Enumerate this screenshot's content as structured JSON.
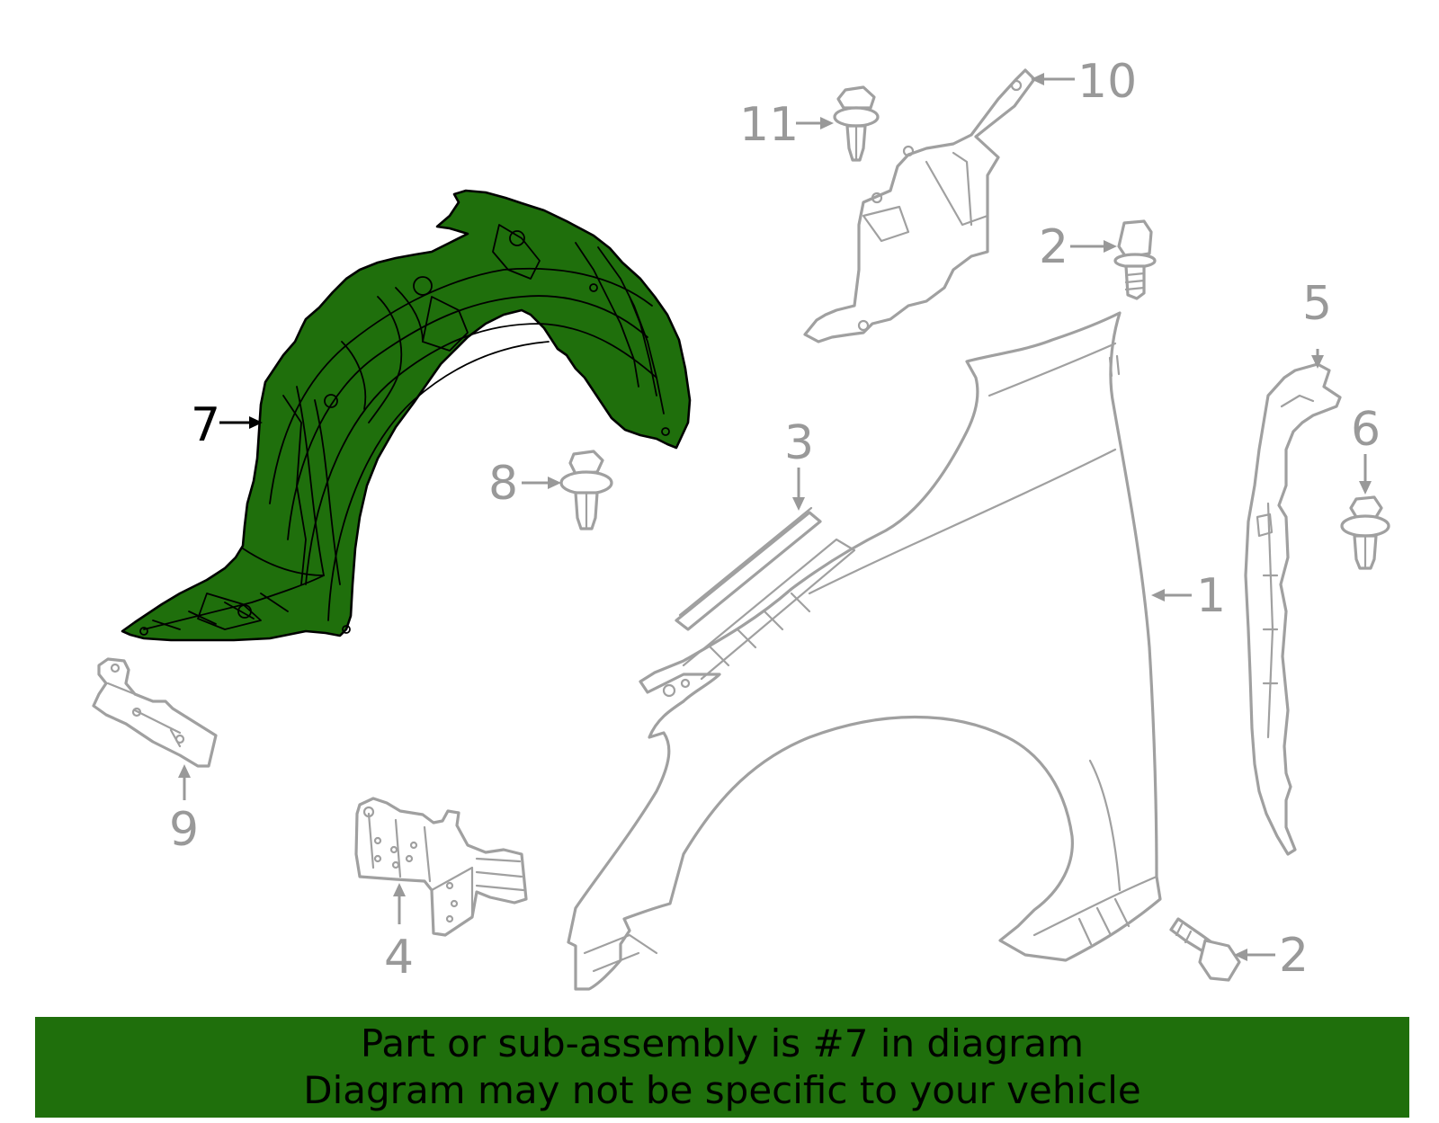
{
  "callouts": {
    "n1": "1",
    "n2a": "2",
    "n2b": "2",
    "n3": "3",
    "n4": "4",
    "n5": "5",
    "n6": "6",
    "n7": "7",
    "n8": "8",
    "n9": "9",
    "n10": "10",
    "n11": "11"
  },
  "highlighted_part": "7",
  "colors": {
    "highlight": "#1f6f0c",
    "parts_outline": "#a0a0a0",
    "callout_text": "#999999",
    "banner_background": "#1f6f0c"
  },
  "banner": {
    "line1": "Part or sub-assembly is #7 in diagram",
    "line2": "Diagram may not be specific to your vehicle"
  }
}
